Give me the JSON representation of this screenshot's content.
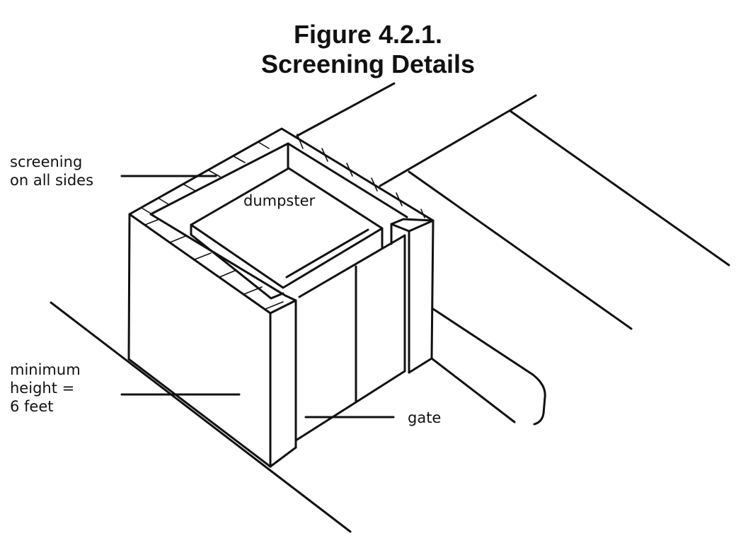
{
  "figure": {
    "title_line1": "Figure 4.2.1.",
    "title_line2": "Screening Details"
  },
  "labels": {
    "screening_line1": "screening",
    "screening_line2": "on all sides",
    "dumpster": "dumpster",
    "height_line1": "minimum",
    "height_line2": "height =",
    "height_line3": "6 feet",
    "gate": "gate"
  }
}
